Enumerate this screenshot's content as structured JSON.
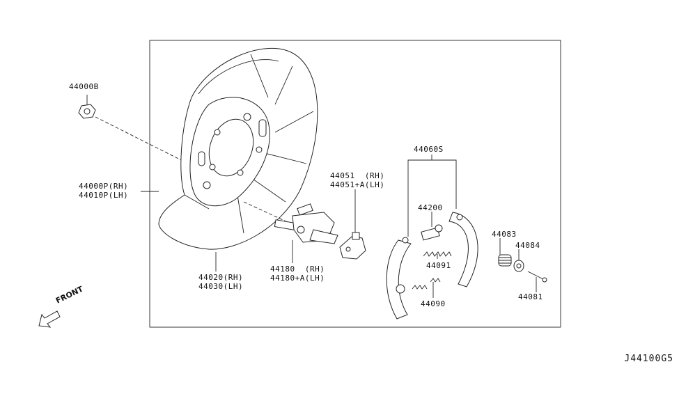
{
  "labels": {
    "nut": "44000B",
    "plate": "44000P(RH)\n44010P(LH)",
    "cover": "44020(RH)\n44030(LH)",
    "adjuster": "44180  (RH)\n44180+A(LH)",
    "lever": "44051  (RH)\n44051+A(LH)",
    "shoe_set": "44060S",
    "adjuster_assy": "44200",
    "spring_upper": "44091",
    "spring_lower": "44090",
    "hold_spring": "44083",
    "cup": "44084",
    "pin": "44081"
  },
  "front": "FRONT",
  "diagram_code": "J44100G5"
}
